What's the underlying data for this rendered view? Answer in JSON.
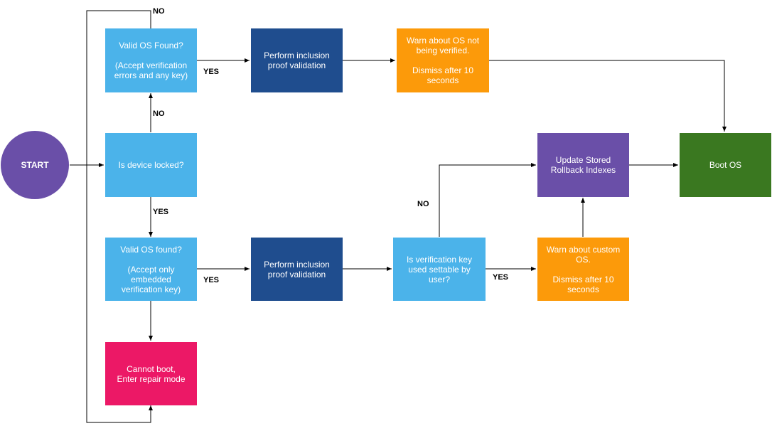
{
  "nodes": {
    "start": "START",
    "device_locked": "Is device locked?",
    "valid_os_unlocked": "Valid OS Found?\n\n(Accept verification errors and any key)",
    "valid_os_locked": "Valid OS found?\n\n(Accept only embedded verification key)",
    "inclusion_proof_top": "Perform inclusion proof validation",
    "inclusion_proof_bottom": "Perform inclusion proof validation",
    "warn_not_verified": "Warn about OS not being verified.\n\nDismiss after 10 seconds",
    "key_settable": "Is verification key used settable by user?",
    "warn_custom_os": "Warn about custom OS.\n\nDismiss after 10 seconds",
    "update_rollback": "Update Stored Rollback Indexes",
    "boot_os": "Boot OS",
    "repair_mode": "Cannot boot,\nEnter repair mode"
  },
  "edge_labels": {
    "no_top_loop": "NO",
    "yes_top_proof": "YES",
    "no_locked_up": "NO",
    "yes_locked_down": "YES",
    "yes_bottom_proof": "YES",
    "yes_key_settable": "YES",
    "no_key_settable": "NO"
  },
  "colors": {
    "decision": "#4bb3ea",
    "process": "#1f4d8e",
    "warning": "#fc9a0a",
    "update": "#6a4fa8",
    "boot": "#3a7820",
    "error": "#ec1866",
    "start": "#6a4fa8"
  }
}
